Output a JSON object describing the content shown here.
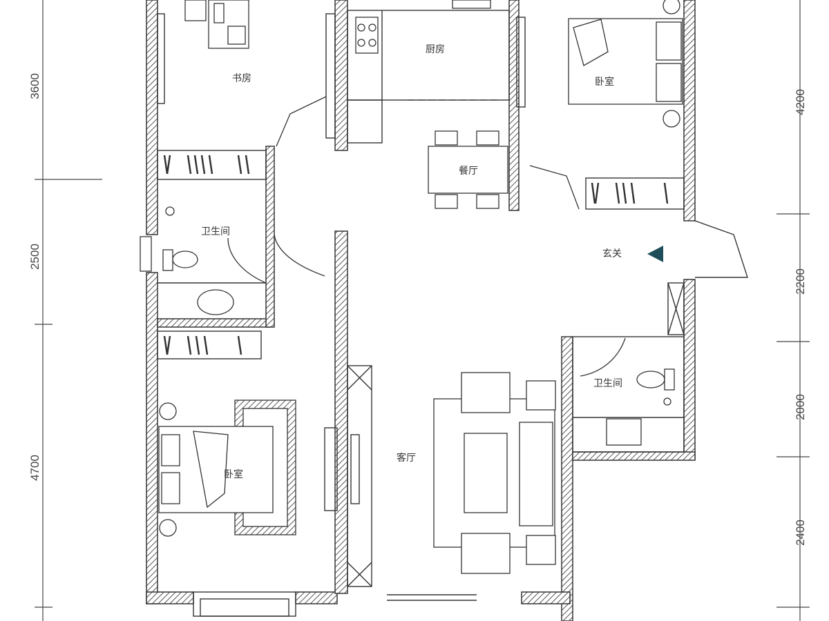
{
  "rooms": {
    "study": "书房",
    "kitchen": "厨房",
    "bedroom_ne": "卧室",
    "dining": "餐厅",
    "bath_w": "卫生间",
    "entry": "玄关",
    "bath_e": "卫生间",
    "bedroom_sw": "卧室",
    "living": "客厅"
  },
  "dimensions": {
    "left": [
      "3600",
      "2500",
      "4700"
    ],
    "right": [
      "4200",
      "2200",
      "2000",
      "2400"
    ]
  },
  "colors": {
    "line": "#333333",
    "wall": "#555555",
    "entry_marker": "#1f4e5a"
  }
}
